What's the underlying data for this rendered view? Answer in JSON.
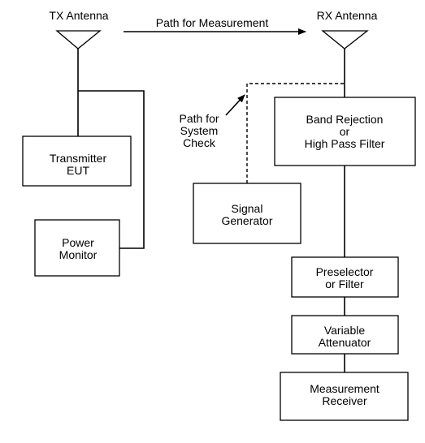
{
  "labels": {
    "tx_antenna": "TX Antenna",
    "rx_antenna": "RX Antenna",
    "path_measurement": "Path for Measurement",
    "path_system_check": [
      "Path for",
      "System",
      "Check"
    ]
  },
  "blocks": {
    "transmitter": [
      "Transmitter",
      "EUT"
    ],
    "power_monitor": [
      "Power",
      "Monitor"
    ],
    "band_rejection": [
      "Band Rejection",
      "or",
      "High Pass Filter"
    ],
    "signal_generator": [
      "Signal",
      "Generator"
    ],
    "preselector": [
      "Preselector",
      "or Filter"
    ],
    "attenuator": [
      "Variable",
      "Attenuator"
    ],
    "receiver": [
      "Measurement",
      "Receiver"
    ]
  }
}
